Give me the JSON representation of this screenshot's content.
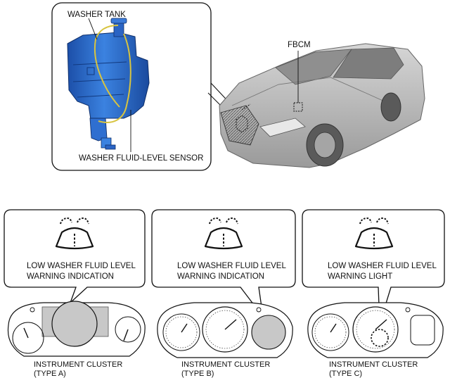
{
  "top_callouts": {
    "washer_tank": "WASHER TANK",
    "fbcm": "FBCM",
    "washer_fluid_level_sensor": "WASHER FLUID-LEVEL SENSOR"
  },
  "panels": [
    {
      "warning_text": "LOW WASHER FLUID LEVEL\nWARNING INDICATION",
      "icon": "washer-fluid-icon",
      "cluster_caption": "INSTRUMENT CLUSTER\n(TYPE A)"
    },
    {
      "warning_text": "LOW WASHER FLUID LEVEL\nWARNING INDICATION",
      "icon": "washer-fluid-icon",
      "cluster_caption": "INSTRUMENT CLUSTER\n(TYPE B)"
    },
    {
      "warning_text": "LOW WASHER FLUID LEVEL\nWARNING LIGHT",
      "icon": "washer-fluid-icon",
      "cluster_caption": "INSTRUMENT CLUSTER\n(TYPE C)"
    }
  ],
  "colors": {
    "tank_blue": "#2f6fd0",
    "wire_yellow": "#d8c440",
    "car_gray": "#b8b8b8",
    "highlight_gray": "#c8c8c8"
  }
}
